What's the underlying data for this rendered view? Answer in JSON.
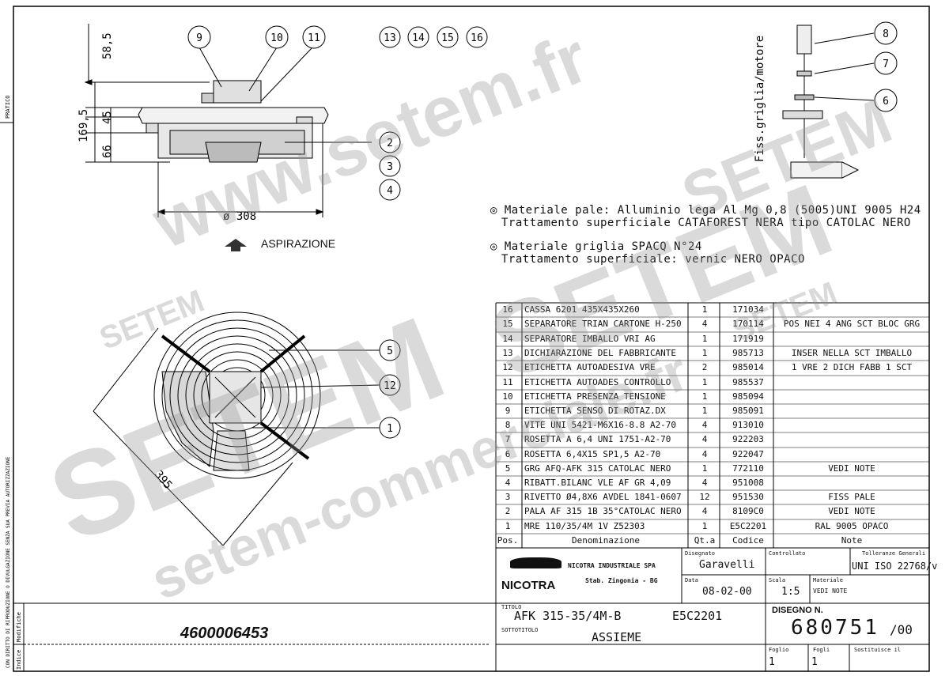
{
  "margin_labels": {
    "left_top": "PRATICO",
    "left_bottom": "CON DIRITTO DI RIPRODUZIONE O DIVULGAZIONE SENZA SUA PREVIA AUTORIZZAZIONE",
    "strip_modifiche": "Modifiche",
    "strip_indice": "Indice"
  },
  "dimensions": {
    "d58": "58,5",
    "d169": "169,5",
    "d45": "45",
    "d66": "66",
    "d308": "ø 308",
    "d395": "395"
  },
  "aspirazione": "ASPIRAZIONE",
  "balloons_top": [
    "9",
    "10",
    "11"
  ],
  "balloons_group": [
    "13",
    "14",
    "15",
    "16"
  ],
  "balloons_side": [
    "2",
    "3",
    "4"
  ],
  "balloons_front": [
    "5",
    "12",
    "1"
  ],
  "balloons_fix": [
    "8",
    "7",
    "6"
  ],
  "fix_label": "Fiss.griglia/motore",
  "notes": [
    "Materiale pale: Alluminio lega Al Mg 0,8 (5005)UNI 9005 H24",
    "Trattamento superficiale CATAFOREST NERA tipo CATOLAC NERO",
    "Materiale griglia SPACQ N°24",
    "Trattamento superficiale: vernic NERO OPACO"
  ],
  "bom": {
    "rows": [
      {
        "pos": "16",
        "den": "CASSA 6201 435X435X260",
        "qta": "1",
        "cod": "171034",
        "note": ""
      },
      {
        "pos": "15",
        "den": "SEPARATORE TRIAN CARTONE H-250",
        "qta": "4",
        "cod": "170114",
        "note": "POS NEI 4 ANG SCT BLOC GRG"
      },
      {
        "pos": "14",
        "den": "SEPARATORE IMBALLO VRI AG",
        "qta": "1",
        "cod": "171919",
        "note": ""
      },
      {
        "pos": "13",
        "den": "DICHIARAZIONE DEL FABBRICANTE",
        "qta": "1",
        "cod": "985713",
        "note": "INSER NELLA SCT IMBALLO"
      },
      {
        "pos": "12",
        "den": "ETICHETTA AUTOADESIVA VRE",
        "qta": "2",
        "cod": "985014",
        "note": "1 VRE 2 DICH FABB 1 SCT"
      },
      {
        "pos": "11",
        "den": "ETICHETTA AUTOADES CONTROLLO",
        "qta": "1",
        "cod": "985537",
        "note": ""
      },
      {
        "pos": "10",
        "den": "ETICHETTA PRESENZA TENSIONE",
        "qta": "1",
        "cod": "985094",
        "note": ""
      },
      {
        "pos": "9",
        "den": "ETICHETTA SENSO DI ROTAZ.DX",
        "qta": "1",
        "cod": "985091",
        "note": ""
      },
      {
        "pos": "8",
        "den": "VITE UNI 5421-M6X16-8.8 A2-70",
        "qta": "4",
        "cod": "913010",
        "note": ""
      },
      {
        "pos": "7",
        "den": "ROSETTA A 6,4 UNI 1751-A2-70",
        "qta": "4",
        "cod": "922203",
        "note": ""
      },
      {
        "pos": "6",
        "den": "ROSETTA 6,4X15 SP1,5 A2-70",
        "qta": "4",
        "cod": "922047",
        "note": ""
      },
      {
        "pos": "5",
        "den": "GRG AFQ-AFK 315 CATOLAC NERO",
        "qta": "1",
        "cod": "772110",
        "note": "VEDI NOTE"
      },
      {
        "pos": "4",
        "den": "RIBATT.BILANC VLE AF GR 4,09",
        "qta": "4",
        "cod": "951008",
        "note": ""
      },
      {
        "pos": "3",
        "den": "RIVETTO Ø4,8X6 AVDEL 1841-0607",
        "qta": "12",
        "cod": "951530",
        "note": "FISS PALE"
      },
      {
        "pos": "2",
        "den": "PALA AF 315 1B 35°CATOLAC NERO",
        "qta": "4",
        "cod": "8109C0",
        "note": "VEDI NOTE"
      },
      {
        "pos": "1",
        "den": "MRE 110/35/4M 1V Z52303",
        "qta": "1",
        "cod": "E5C2201",
        "note": "RAL 9005 OPACO"
      }
    ],
    "header": {
      "pos": "Pos.",
      "den": "Denominazione",
      "qta": "Qt.a",
      "cod": "Codice",
      "note": "Note"
    }
  },
  "title_block": {
    "company_logo": "NICOTRA",
    "company_name": "NICOTRA INDUSTRIALE SPA",
    "company_site": "Stab. Zingonia - BG",
    "disegnato_label": "Disegnato",
    "disegnato": "Garavelli",
    "data_label": "Data",
    "data": "08-02-00",
    "controllato_label": "Controllato",
    "tolleranze_label": "Tolleranze Generali",
    "tolleranze": "UNI ISO 22768/v",
    "scala_label": "Scala",
    "scala": "1:5",
    "materiale_label": "Materiale",
    "materiale": "VEDI NOTE",
    "titolo_label": "TITOLO",
    "titolo": "AFK 315-35/4M-B",
    "titolo_code": "E5C2201",
    "sottotitolo_label": "SOTTOTITOLO",
    "sottotitolo": "ASSIEME",
    "disegno_label": "DISEGNO N.",
    "disegno": "680751",
    "revisione": "/00",
    "foglio_label": "Foglio",
    "foglio": "1",
    "fogli_label": "Fogli",
    "fogli": "1",
    "sostituisce_label": "Sostituisce il",
    "part_number": "4600006453"
  },
  "watermarks": [
    "www.setem.fr",
    "SETEM",
    "SETEM",
    "SETEM",
    "setem-commerciale.fr",
    "SETEM",
    "SETEM"
  ]
}
